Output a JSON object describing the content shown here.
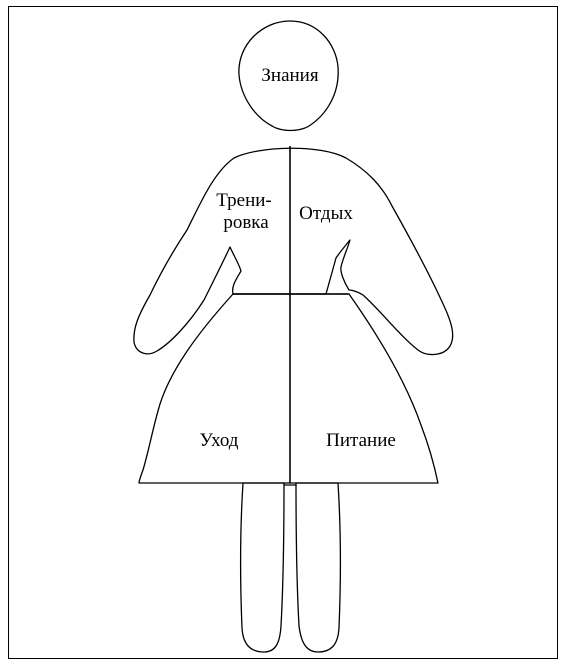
{
  "diagram": {
    "head_label": "Знания",
    "torso_left_label_line1": "Трени-",
    "torso_left_label_line2": "ровка",
    "torso_right_label": "Отдых",
    "skirt_left_label": "Уход",
    "skirt_right_label": "Питание"
  },
  "colors": {
    "stroke": "#000000",
    "background": "#ffffff"
  }
}
